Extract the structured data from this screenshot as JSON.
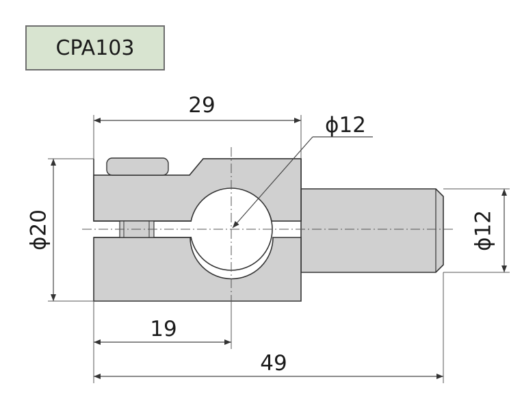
{
  "part": {
    "model": "CPA103"
  },
  "dimensions": {
    "overall_block_width": "29",
    "hole_diameter": "ϕ12",
    "body_diameter": "ϕ20",
    "shaft_diameter": "ϕ12",
    "hole_center_offset": "19",
    "overall_length": "49"
  },
  "colors": {
    "label_bg": "#d8e4d0",
    "part_fill": "#d0d0d0",
    "line": "#333333"
  }
}
